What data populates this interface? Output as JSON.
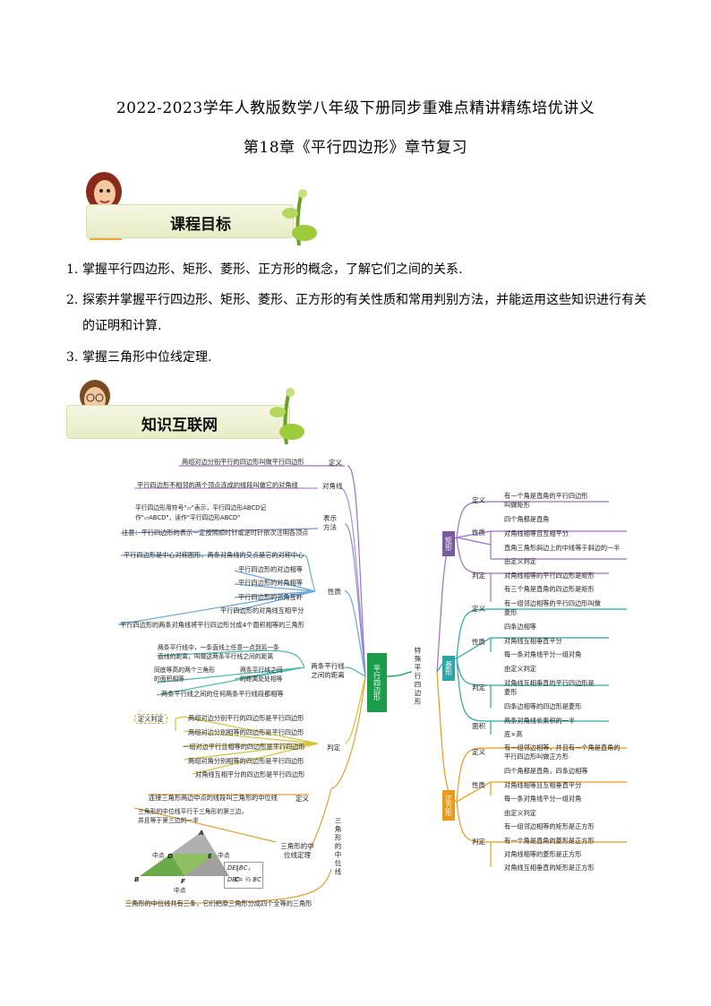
{
  "header": {
    "title_line1": "2022-2023学年人教版数学八年级下册同步重难点精讲精练培优讲义",
    "title_line2": "第18章《平行四边形》章节复习"
  },
  "section1": {
    "banner": "课程目标",
    "objectives": [
      {
        "num": "1.",
        "text": "掌握平行四边形、矩形、菱形、正方形的概念，了解它们之间的关系."
      },
      {
        "num": "2.",
        "text": "探索并掌握平行四边形、矩形、菱形、正方形的有关性质和常用判别方法，并能运用这些知识进行有关"
      },
      {
        "num": "",
        "text": "的证明和计算."
      },
      {
        "num": "3.",
        "text": "掌握三角形中位线定理."
      }
    ]
  },
  "section2": {
    "banner": "知识互联网"
  },
  "mindmap": {
    "center": "平行四边形",
    "special": "特殊平行四边形",
    "midline": "三角形的中位线",
    "left": {
      "def_label": "定义",
      "def_text": "两组对边分别平行的四边形叫做平行四边形",
      "diag_label": "对角线",
      "diag_text": "平行四边形不相邻的两个顶点连成的线段叫做它的对角线",
      "rep_label": "表示方法",
      "rep_text1": "平行四边形用符号\"▱\"表示，平行四边形ABCD记",
      "rep_text2": "作\"▱ABCD\"，读作\"平行四边形ABCD\"",
      "rep_note": "注意：平行四边形的表示一定按照顺时针或逆时针依次注明各顶点",
      "prop_label": "性质",
      "props": [
        "平行四边形是中心对称图形，两条对角线的交点是它的对称中心",
        "平行四边形的对边相等",
        "平行四边形的对角相等",
        "平行四边形的邻角互补",
        "平行四边形的对角线互相平分",
        "平行四边形的两条对角线将平行四边形分成4个面积相等的三角形"
      ],
      "dist_label": "两条平行线之间的距离",
      "dist1": "两条平行线中，一条直线上任意一点到另一条",
      "dist2": "直线的距离，叫做这两条平行线之间的距离",
      "dist3": "同底等高的两个三角形",
      "dist4": "的面积相等",
      "dist5": "两条平行线之间",
      "dist6": "的距离处处相等",
      "dist7": "两条平行线之间的任何两条平行线段都相等",
      "judge_label": "判定",
      "judge_tag": "定义判定",
      "judges": [
        "两组对边分别平行的四边形是平行四边形",
        "两组对边分别相等的四边形是平行四边形",
        "一组对边平行且相等的四边形是平行四边形",
        "两组对角分别相等的四边形是平行四边形",
        "对角线互相平分的四边形是平行四边形"
      ],
      "mid_def_label": "定义",
      "mid_def": "连接三角形两边中点的线段叫三角形的中位线",
      "mid_thm_label": "三角形的中位线定理",
      "mid_thm1": "三角形的中位线平行于三角形的第三边，",
      "mid_thm2": "并且等于第三边的一半",
      "mid_note": "三角形的中位线共有三条，它们把原三角形分成四个全等的三角形",
      "tri_labels": {
        "A": "A",
        "B": "B",
        "C": "C",
        "D": "D",
        "E": "E",
        "F": "F",
        "mid1": "中点",
        "mid2": "中点",
        "mid3": "中点"
      },
      "formula1": "DE∥BC，",
      "formula2": "DE = ½ BC"
    },
    "right": {
      "rect": "矩形",
      "rhombus": "菱形",
      "square": "正方形",
      "rect_items": [
        {
          "cat": "定义",
          "text": "有一个角是直角的平行四边形"
        },
        {
          "cat": "",
          "text": "叫做矩形"
        },
        {
          "cat": "性质",
          "text": "四个角都是直角"
        },
        {
          "cat": "",
          "text": "对角线相等且互相平分"
        },
        {
          "cat": "",
          "text": "直角三角形斜边上的中线等于斜边的一半"
        },
        {
          "cat": "判定",
          "text": "由定义判定"
        },
        {
          "cat": "",
          "text": "对角线相等的平行四边形是矩形"
        },
        {
          "cat": "",
          "text": "有三个角是直角的四边形是矩形"
        }
      ],
      "rhombus_items": [
        {
          "cat": "定义",
          "text": "有一组邻边相等的平行四边形叫做"
        },
        {
          "cat": "",
          "text": "菱形"
        },
        {
          "cat": "性质",
          "text": "四条边相等"
        },
        {
          "cat": "",
          "text": "对角线互相垂直平分"
        },
        {
          "cat": "",
          "text": "每一条对角线平分一组对角"
        },
        {
          "cat": "判定",
          "text": "由定义判定"
        },
        {
          "cat": "",
          "text": "对角线互相垂直的平行四边形是"
        },
        {
          "cat": "",
          "text": "菱形"
        },
        {
          "cat": "",
          "text": "四条边相等的四边形是菱形"
        },
        {
          "cat": "面积",
          "text": "两条对角线长乘积的一半"
        },
        {
          "cat": "",
          "text": "底×高"
        }
      ],
      "square_items": [
        {
          "cat": "定义",
          "text": "有一组邻边相等，并且有一个角是直角的"
        },
        {
          "cat": "",
          "text": "平行四边形叫做正方形"
        },
        {
          "cat": "性质",
          "text": "四个角都是直角，四条边相等"
        },
        {
          "cat": "",
          "text": "对角线相等且互相垂直平分"
        },
        {
          "cat": "",
          "text": "每一条对角线平分一组对角"
        },
        {
          "cat": "判定",
          "text": "由定义判定"
        },
        {
          "cat": "",
          "text": "有一组邻边相等的矩形是正方形"
        },
        {
          "cat": "",
          "text": "有一个角是直角的菱形是正方形"
        },
        {
          "cat": "",
          "text": "对角线相等的菱形是正方形"
        },
        {
          "cat": "",
          "text": "对角线互相垂直的矩形是正方形"
        }
      ]
    }
  },
  "colors": {
    "center_box": "#1a9c4a",
    "rect_tag": "#7a5a9e",
    "rhombus_tag": "#2aa6a6",
    "square_tag": "#e89a1a"
  }
}
